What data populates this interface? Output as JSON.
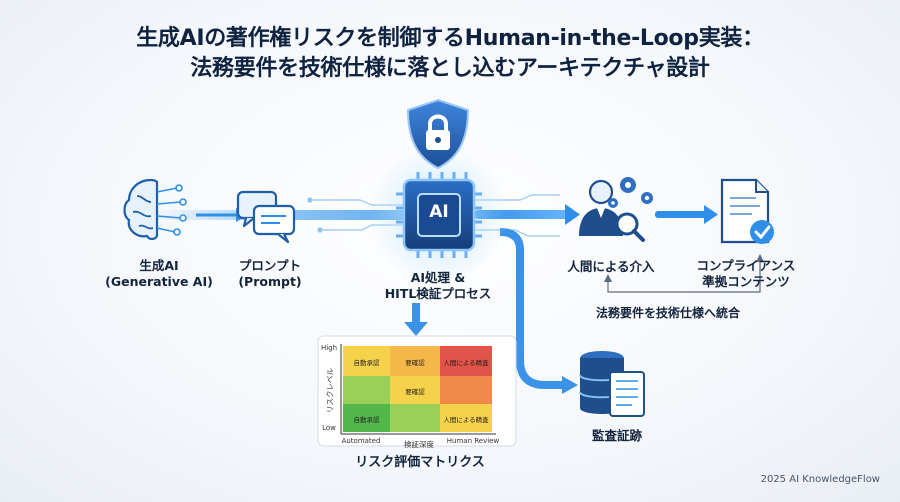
{
  "title": {
    "line1": "生成AIの著作権リスクを制御するHuman-in-the-Loop実装：",
    "line2": "法務要件を技術仕様に落とし込むアーキテクチャ設計"
  },
  "nodes": {
    "genai": {
      "line1": "生成AI",
      "line2": "(Generative AI)"
    },
    "prompt": {
      "line1": "プロンプト",
      "line2": "(Prompt)"
    },
    "processing": {
      "chip": "AI",
      "line1": "AI処理 &",
      "line2": "HITL検証プロセス"
    },
    "human": {
      "label": "人間による介入"
    },
    "compliance": {
      "line1": "コンプライアンス",
      "line2": "準拠コンテンツ"
    },
    "audit": {
      "label": "監査証跡"
    },
    "integration": {
      "label": "法務要件を技術仕様へ統合"
    }
  },
  "matrix": {
    "title": "リスク評価マトリクス",
    "y_axis": "リスクレベル",
    "y_high": "High",
    "y_low": "Low",
    "x_axis": "検証深度",
    "x_left": "Automated",
    "x_right": "Human Review",
    "cells": {
      "r1c1": "自動承認",
      "r1c2": "要確認",
      "r1c3": "人間による精査",
      "r2c2": "要確認",
      "r3c1": "自動承認",
      "r3c3": "人間による精査"
    }
  },
  "colors": {
    "title": "#0f2340",
    "flow_blue": "#2f8fe8",
    "icon_dark": "#1f4e8c",
    "matrix_green": "#52b84a",
    "matrix_yellow": "#f6d24a",
    "matrix_red": "#e2534a"
  },
  "footer": "2025 AI KnowledgeFlow"
}
